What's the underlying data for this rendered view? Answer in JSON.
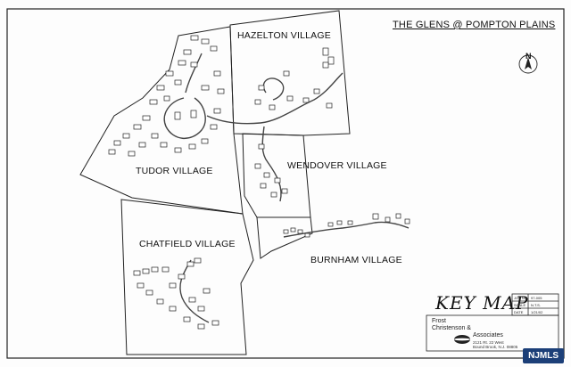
{
  "title": "THE GLENS @ POMPTON PLAINS",
  "villages": {
    "hazelton": "HAZELTON VILLAGE",
    "tudor": "TUDOR VILLAGE",
    "wendover": "WENDOVER VILLAGE",
    "chatfield": "CHATFIELD VILLAGE",
    "burnham": "BURNHAM VILLAGE"
  },
  "key_map": "KEY MAP",
  "north_label": "N",
  "title_block": {
    "job_no_label": "JOB NO.",
    "job_no_value": "97-005",
    "scale_label": "SCALE",
    "scale_value": "N.T.S.",
    "date_label": "DATE",
    "date_value": "1/21/02"
  },
  "firm": {
    "line1": "Frost",
    "line2": "Christenson &",
    "line3": "Associates",
    "address1": "2121 Rt. 22 West",
    "address2": "Bound Brook, N.J. 08805"
  },
  "watermark": "NJMLS",
  "colors": {
    "line": "#222222",
    "paper": "#fdfdfd",
    "watermark_bg": "#1c3f78"
  }
}
